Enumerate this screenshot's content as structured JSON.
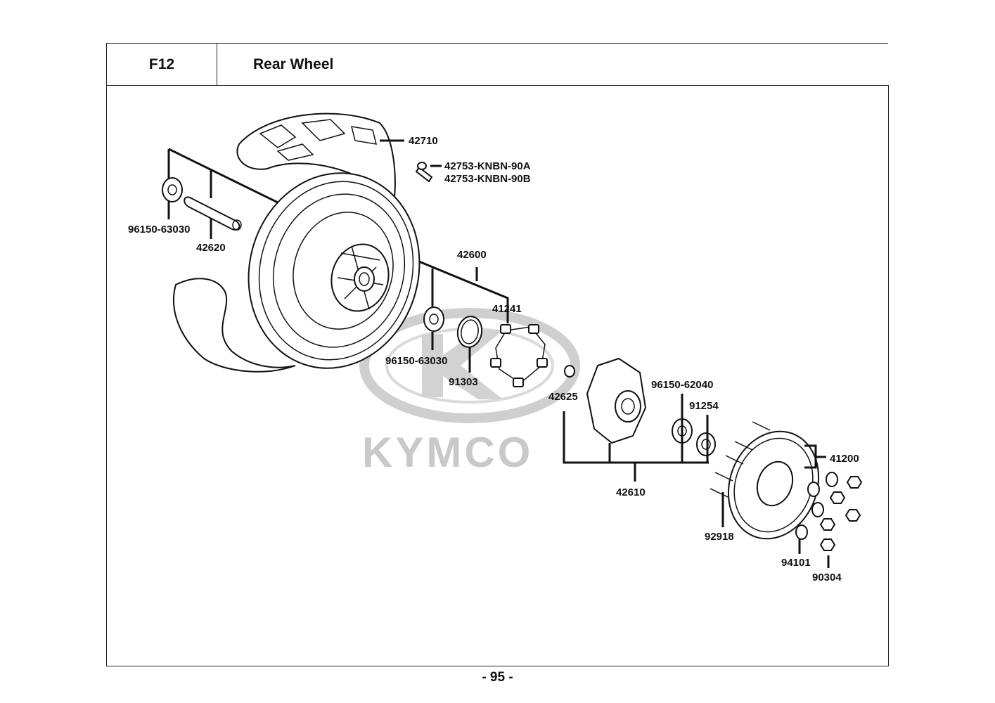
{
  "header": {
    "section_code": "F12",
    "title": "Rear Wheel"
  },
  "watermark": {
    "brand": "KYMCO"
  },
  "callouts": [
    {
      "id": "c-42710",
      "label": "42710"
    },
    {
      "id": "c-42753a",
      "label": "42753-KNBN-90A"
    },
    {
      "id": "c-42753b",
      "label": "42753-KNBN-90B"
    },
    {
      "id": "c-96150-63030-a",
      "label": "96150-63030"
    },
    {
      "id": "c-42620",
      "label": "42620"
    },
    {
      "id": "c-42600",
      "label": "42600"
    },
    {
      "id": "c-41241",
      "label": "41241"
    },
    {
      "id": "c-96150-63030-b",
      "label": "96150-63030"
    },
    {
      "id": "c-91303",
      "label": "91303"
    },
    {
      "id": "c-42625",
      "label": "42625"
    },
    {
      "id": "c-96150-62040",
      "label": "96150-62040"
    },
    {
      "id": "c-91254",
      "label": "91254"
    },
    {
      "id": "c-41200",
      "label": "41200"
    },
    {
      "id": "c-42610",
      "label": "42610"
    },
    {
      "id": "c-92918",
      "label": "92918"
    },
    {
      "id": "c-94101",
      "label": "94101"
    },
    {
      "id": "c-90304",
      "label": "90304"
    }
  ],
  "footer": {
    "page": "- 95 -"
  },
  "colors": {
    "line": "#111111",
    "watermark": "#c9c9c9",
    "background": "#ffffff"
  }
}
